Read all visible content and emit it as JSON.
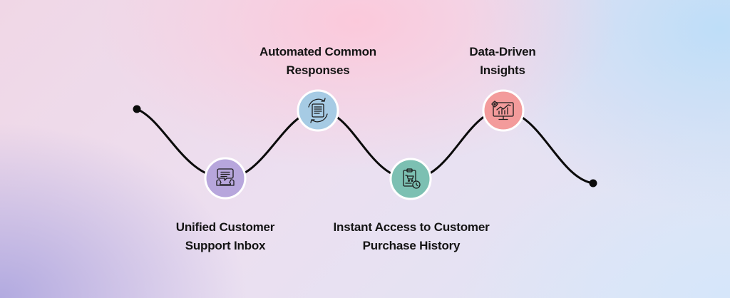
{
  "diagram": {
    "colors": {
      "path": "#0b0b0b",
      "node_border": "#ffffff",
      "icon_stroke": "#1c1c1c"
    },
    "steps": [
      {
        "label_lines": [
          "Unified Customer",
          "Support Inbox"
        ],
        "color": "#b7a6dc",
        "icon": "chat-phone-icon"
      },
      {
        "label_lines": [
          "Automated Common",
          "Responses"
        ],
        "color": "#a6cbe4",
        "icon": "auto-reply-document-icon"
      },
      {
        "label_lines": [
          "Instant Access to Customer",
          "Purchase History"
        ],
        "color": "#7cc0b2",
        "icon": "purchase-history-icon"
      },
      {
        "label_lines": [
          "Data-Driven",
          "Insights"
        ],
        "color": "#f39b9b",
        "icon": "analytics-monitor-icon"
      }
    ]
  }
}
